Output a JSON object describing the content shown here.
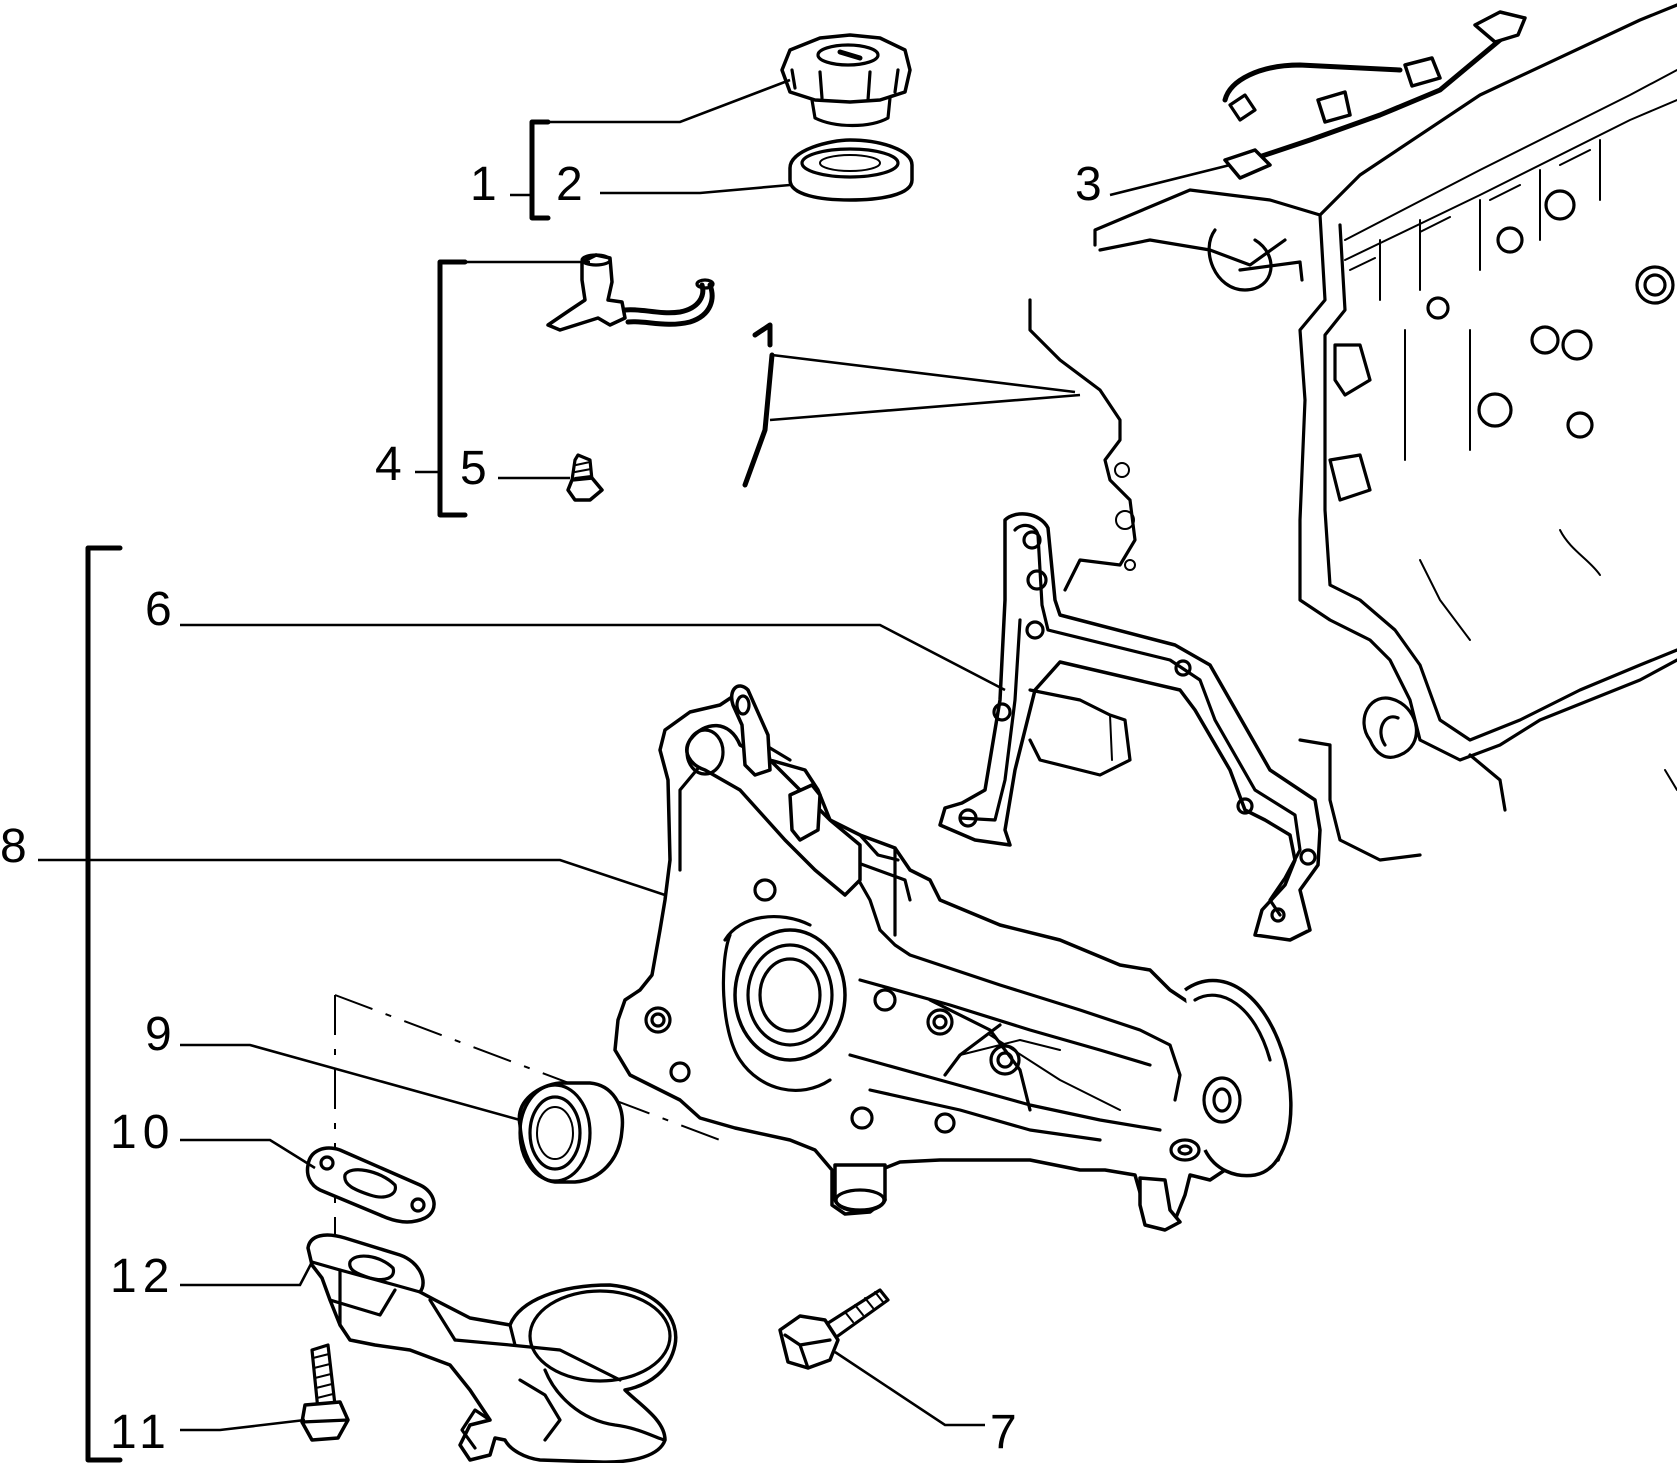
{
  "callouts": {
    "c1": "1",
    "c2": "2",
    "c3": "3",
    "c4": "4",
    "c5": "5",
    "c6": "6",
    "c7": "7",
    "c8": "8",
    "c9": "9",
    "c10": "10",
    "c11": "11",
    "c12": "12"
  },
  "parts": [
    {
      "id": "filler-cap",
      "callout": "1",
      "icon": "filler-cap-icon"
    },
    {
      "id": "cap-seal",
      "callout": "2",
      "icon": "seal-ring-icon"
    },
    {
      "id": "wiring-harness",
      "callout": "3",
      "icon": "harness-icon"
    },
    {
      "id": "sensor",
      "callout": "4",
      "icon": "sensor-icon"
    },
    {
      "id": "sensor-screw",
      "callout": "5",
      "icon": "screw-icon"
    },
    {
      "id": "gasket",
      "callout": "6",
      "icon": "gasket-icon"
    },
    {
      "id": "bolt",
      "callout": "7",
      "icon": "bolt-icon"
    },
    {
      "id": "oil-pump-assembly",
      "callout": "8",
      "icon": "pump-housing-icon"
    },
    {
      "id": "seal-ring",
      "callout": "9",
      "icon": "oil-seal-icon"
    },
    {
      "id": "pickup-gasket",
      "callout": "10",
      "icon": "flange-gasket-icon"
    },
    {
      "id": "pickup-bolt",
      "callout": "11",
      "icon": "bolt-icon"
    },
    {
      "id": "oil-pickup",
      "callout": "12",
      "icon": "oil-pickup-icon"
    }
  ],
  "colors": {
    "ink": "#000000",
    "paper": "#ffffff"
  }
}
